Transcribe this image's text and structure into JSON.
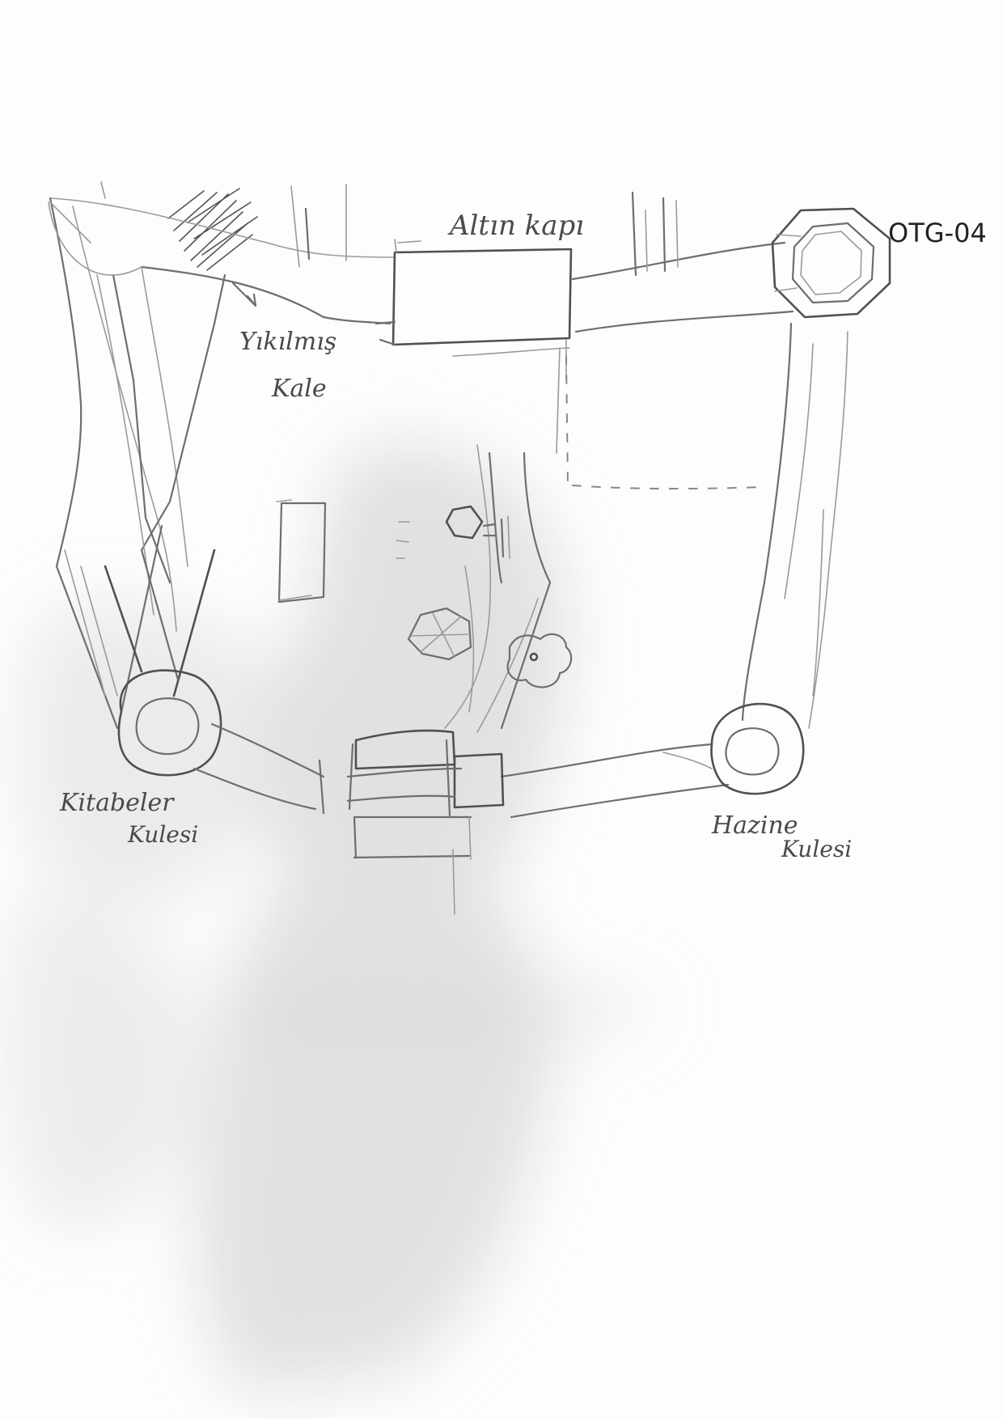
{
  "labels": {
    "altin_kapi": "Altın kapı",
    "otg": "OTG-04",
    "yikilmis_line1": "Yıkılmış",
    "yikilmis_line2": "Kale",
    "kitabeler_line1": "Kitabeler",
    "kitabeler_line2": "Kulesi",
    "hazine_line1": "Hazine",
    "hazine_line2": "Kulesi"
  },
  "colors": {
    "paper": "#fdfdfd",
    "pencil": "#6e6e6e",
    "smudge": "#d9d9d9"
  }
}
